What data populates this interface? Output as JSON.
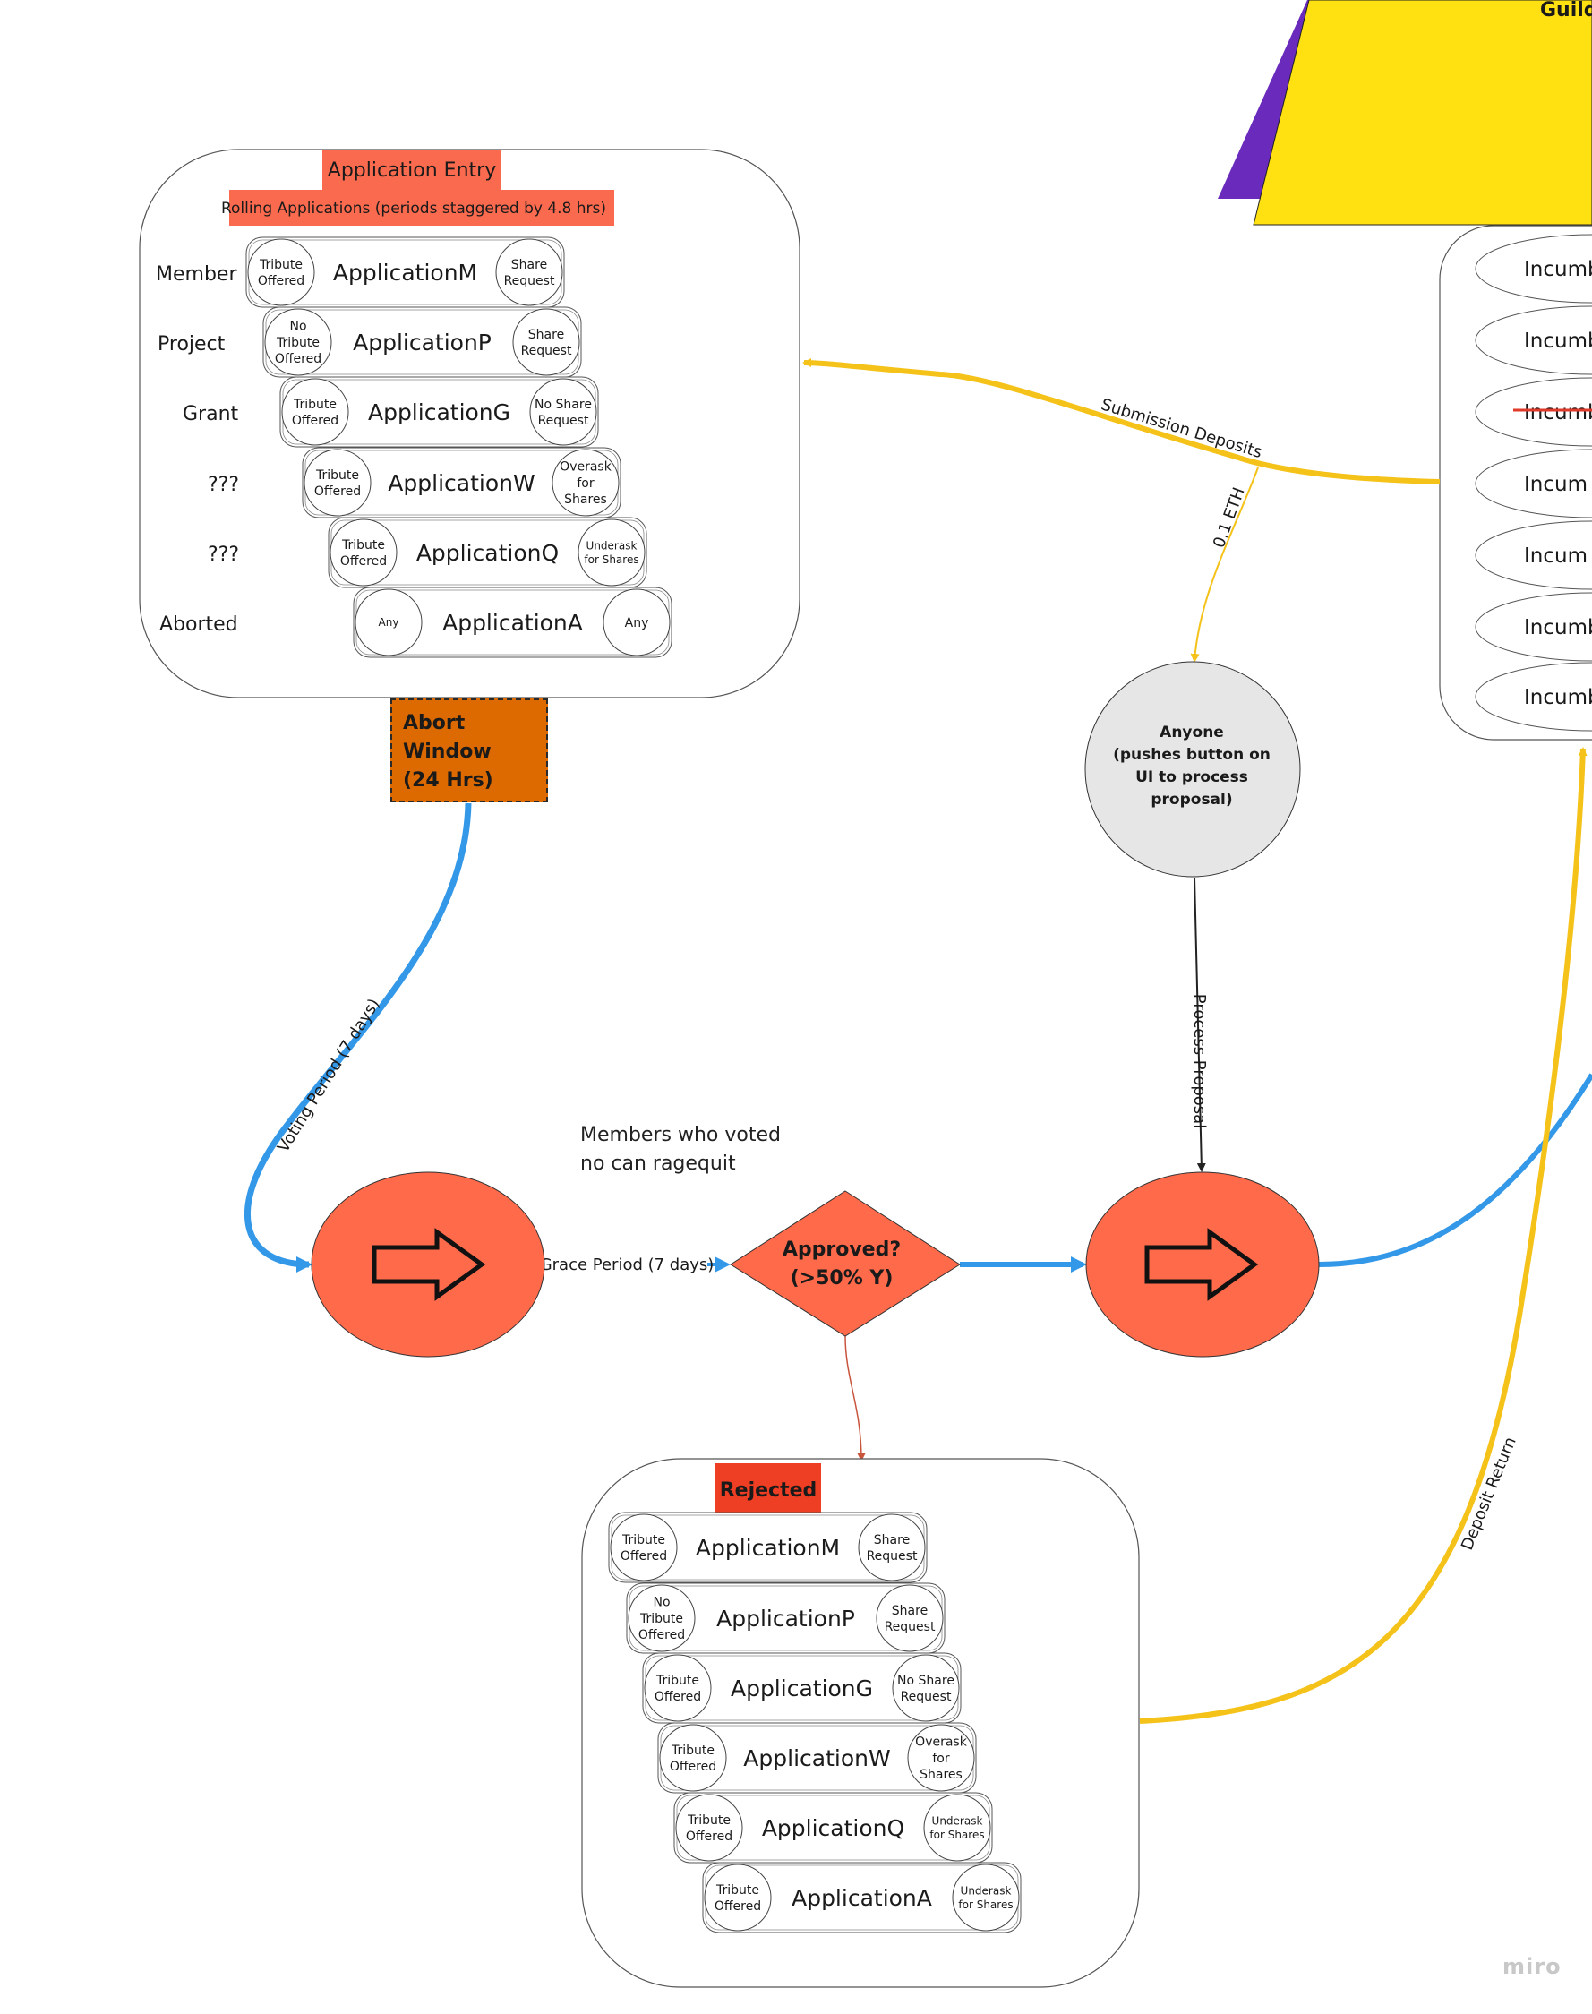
{
  "guild": {
    "label": "Guild"
  },
  "application_entry": {
    "title": "Application Entry",
    "subtitle": "Rolling Applications (periods staggered by 4.8 hrs)",
    "rows": [
      {
        "row_label": "Member",
        "left": [
          "Tribute",
          "Offered"
        ],
        "name": "ApplicationM",
        "right": [
          "Share",
          "Request"
        ]
      },
      {
        "row_label": "Project",
        "left": [
          "No",
          "Tribute",
          "Offered"
        ],
        "name": "ApplicationP",
        "right": [
          "Share",
          "Request"
        ]
      },
      {
        "row_label": "Grant",
        "left": [
          "Tribute",
          "Offered"
        ],
        "name": "ApplicationG",
        "right": [
          "No Share",
          "Request"
        ]
      },
      {
        "row_label": "???",
        "left": [
          "Tribute",
          "Offered"
        ],
        "name": "ApplicationW",
        "right": [
          "Overask",
          "for",
          "Shares"
        ]
      },
      {
        "row_label": "???",
        "left": [
          "Tribute",
          "Offered"
        ],
        "name": "ApplicationQ",
        "right": [
          "Underask",
          "for Shares"
        ]
      },
      {
        "row_label": "Aborted",
        "left": [
          "Any"
        ],
        "name": "ApplicationA",
        "right": [
          "Any"
        ]
      }
    ]
  },
  "abort_window": {
    "lines": [
      "Abort",
      "Window",
      "(24 Hrs)"
    ]
  },
  "edges": {
    "submission_deposits": "Submission Deposits",
    "eth_amount": "0.1 ETH",
    "voting_period": "Voting Period (7 days)",
    "grace_period": "Grace Period (7 days)",
    "process_proposal": "Process Proposal",
    "deposit_return": "Deposit Return"
  },
  "anyone": {
    "lines": [
      "Anyone",
      "(pushes button on",
      "UI to process",
      "proposal)"
    ]
  },
  "members_note": {
    "lines": [
      "Members who voted",
      "no can ragequit"
    ]
  },
  "approved": {
    "lines": [
      "Approved?",
      "(>50% Y)"
    ]
  },
  "rejected": {
    "title": "Rejected",
    "rows": [
      {
        "left": [
          "Tribute",
          "Offered"
        ],
        "name": "ApplicationM",
        "right": [
          "Share",
          "Request"
        ]
      },
      {
        "left": [
          "No",
          "Tribute",
          "Offered"
        ],
        "name": "ApplicationP",
        "right": [
          "Share",
          "Request"
        ]
      },
      {
        "left": [
          "Tribute",
          "Offered"
        ],
        "name": "ApplicationG",
        "right": [
          "No Share",
          "Request"
        ]
      },
      {
        "left": [
          "Tribute",
          "Offered"
        ],
        "name": "ApplicationW",
        "right": [
          "Overask",
          "for",
          "Shares"
        ]
      },
      {
        "left": [
          "Tribute",
          "Offered"
        ],
        "name": "ApplicationQ",
        "right": [
          "Underask",
          "for Shares"
        ]
      },
      {
        "left": [
          "Tribute",
          "Offered"
        ],
        "name": "ApplicationA",
        "right": [
          "Underask",
          "for Shares"
        ]
      }
    ]
  },
  "incumbents": {
    "items": [
      {
        "label": "Incumb",
        "struck": false
      },
      {
        "label": "Incumb",
        "struck": false
      },
      {
        "label": "Incumb",
        "struck": true
      },
      {
        "label": "Incum",
        "struck": false
      },
      {
        "label": "Incum",
        "struck": false
      },
      {
        "label": "Incumb",
        "struck": false
      },
      {
        "label": "Incumb",
        "struck": false
      }
    ]
  },
  "watermark": "miro",
  "colors": {
    "salmon": "#f96a4e",
    "abort_orange": "#dd6a00",
    "rejected_red": "#ee3e23",
    "node_red": "#ff6a4a",
    "yellow": "#f4c218",
    "blue": "#3498e8",
    "grey": "#e6e6e6",
    "guild_yellow": "#ffe011",
    "guild_purple": "#6a2bbd"
  }
}
